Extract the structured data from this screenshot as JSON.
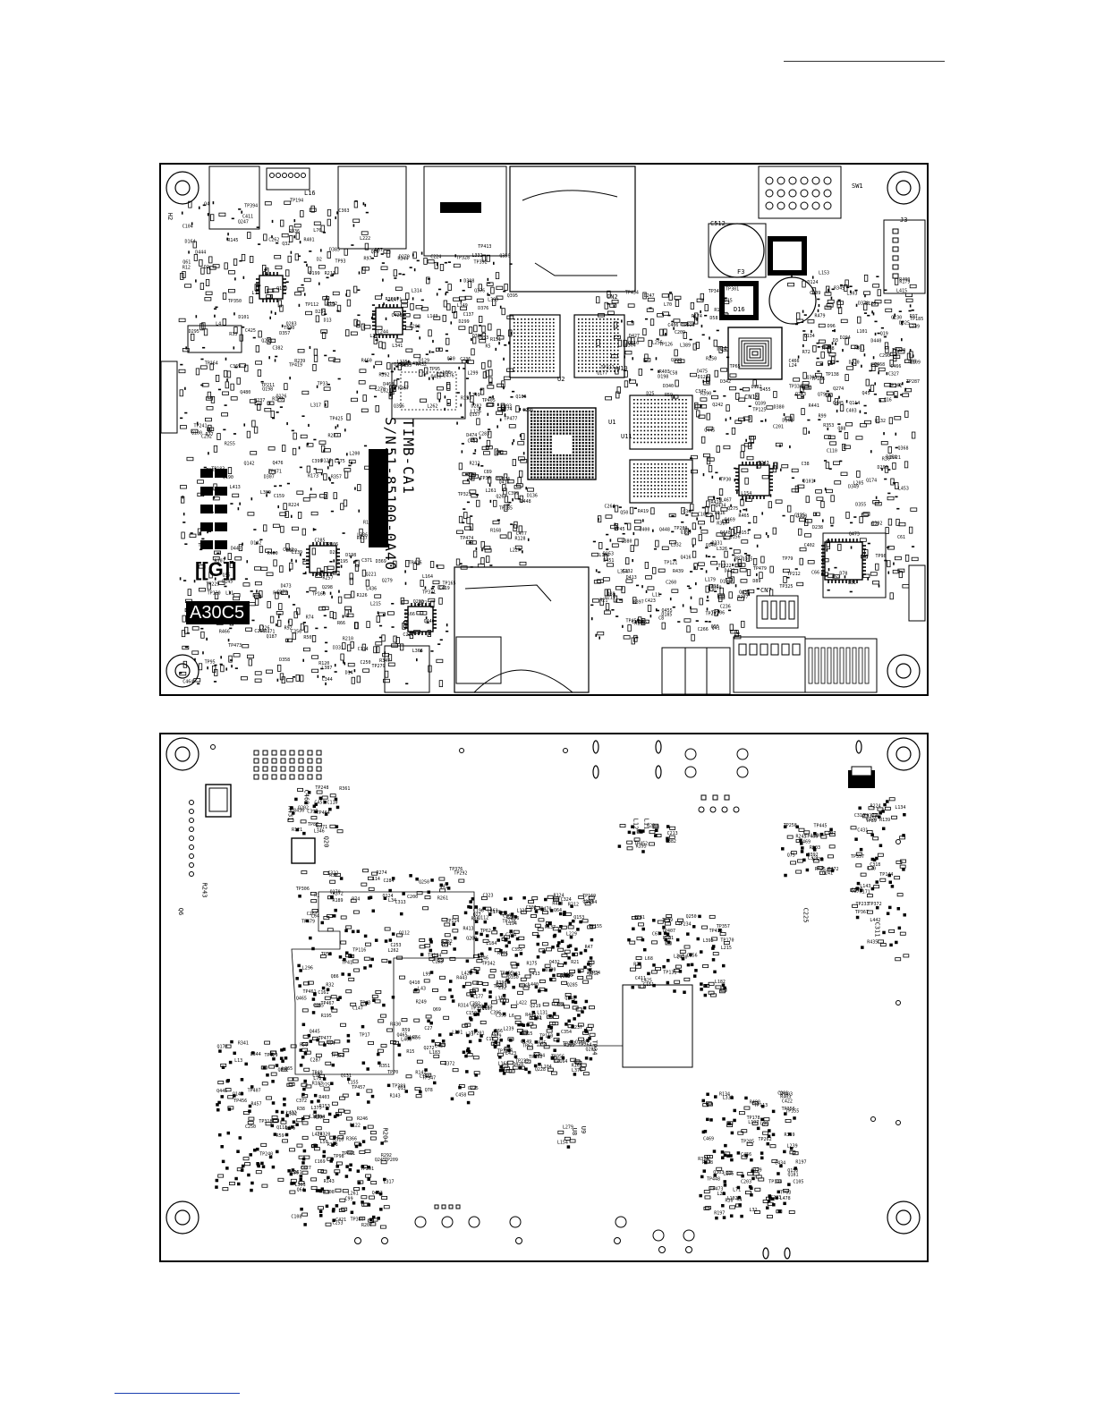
{
  "top_side": {
    "revision_label": "A30C5",
    "grade_mark": "[[G]]",
    "board_name": "TIMB-CA1",
    "serial_prefix": "S/N:",
    "part_number": "51-85100-0A40",
    "designators": [
      "H1",
      "H3",
      "H4",
      "H2",
      "U1",
      "U2",
      "U10",
      "U11",
      "U12",
      "CN1",
      "CN2",
      "CN3",
      "CN4",
      "CN5",
      "CN6",
      "CN11",
      "CN12",
      "CN13",
      "CN14",
      "CN19",
      "J3",
      "L16",
      "TC4",
      "F3",
      "SW1",
      "CN7",
      "U20",
      "U21",
      "C512",
      "D16"
    ]
  },
  "bottom_side": {
    "designators": [
      "L11",
      "L12",
      "U9",
      "U8",
      "U6",
      "Q20",
      "Q6",
      "R243",
      "C225",
      "C311",
      "R204",
      "C469",
      "R431",
      "TP22",
      "TP34",
      "TP11",
      "U16",
      "C203",
      "C286",
      "U17"
    ]
  },
  "colors": {
    "ink": "#000000",
    "paper": "#ffffff",
    "link_rule": "#1b3fb0"
  }
}
